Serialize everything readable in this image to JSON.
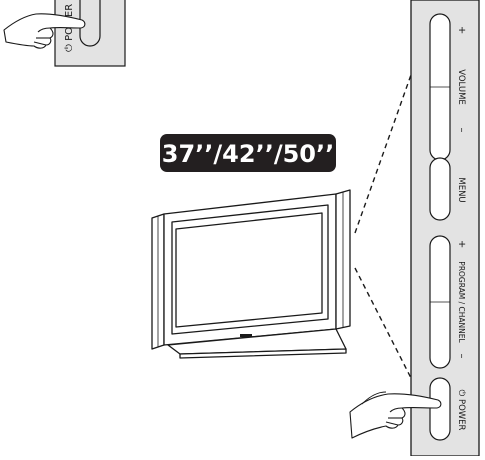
{
  "size_badge": {
    "label": "37’’/42’’/50’’"
  },
  "top_panel": {
    "label": "⏻ POWER"
  },
  "side_panel": {
    "volume_label": "VOLUME",
    "menu_label": "MENU",
    "program_label": "PROGRAM / CHANNEL",
    "power_label": "⏻ POWER",
    "plus_sign": "+",
    "minus_sign": "–"
  },
  "colors": {
    "panel_fill": "#e3e3e3",
    "badge_fill": "#231f20",
    "badge_text": "#ffffff",
    "line": "#1a1a1a"
  },
  "icons": [
    "hand-icon",
    "power-symbol-icon",
    "tv-icon"
  ]
}
